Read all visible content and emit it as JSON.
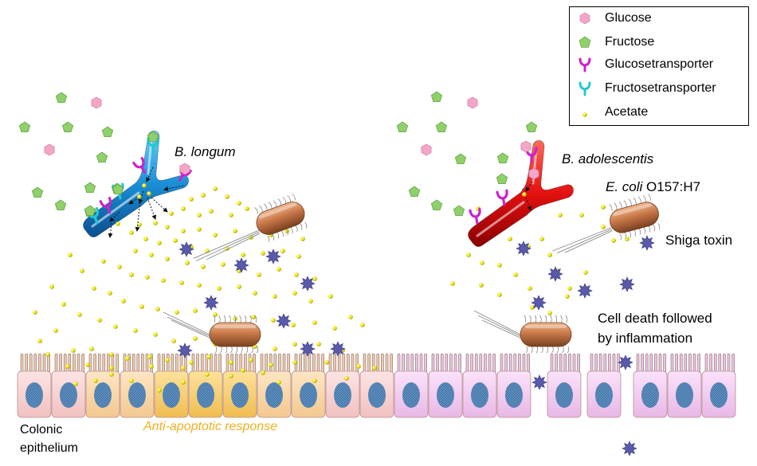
{
  "legend": {
    "items": [
      {
        "symbol": "hexagon",
        "label": "Glucose",
        "color": "#f4a6c8"
      },
      {
        "symbol": "pentagon",
        "label": "Fructose",
        "color": "#8fd06a"
      },
      {
        "symbol": "y-receptor",
        "label": "Glucosetransporter",
        "color": "#cc22cc"
      },
      {
        "symbol": "y-receptor",
        "label": "Fructosetransporter",
        "color": "#22c8d0"
      },
      {
        "symbol": "dot",
        "label": "Acetate",
        "color": "#e6e020"
      }
    ]
  },
  "labels": {
    "b_longum": "B. longum",
    "b_adolescentis": "B. adolescentis",
    "ecoli_species": "E. coli",
    "ecoli_strain": " O157:H7",
    "shiga_toxin": "Shiga toxin",
    "cell_death_line1": "Cell death followed",
    "cell_death_line2": "by inflammation",
    "colonic_line1": "Colonic",
    "colonic_line2": "epithelium",
    "anti_apoptotic": "Anti-apoptotic response"
  },
  "colors": {
    "b_longum_body": "#1e8fd0",
    "b_adolescentis_body": "#e01010",
    "ecoli_body": "#c07040",
    "shiga_toxin": "#5a5aaa",
    "cell_pink": "#f6cfd0",
    "cell_peach": "#f8d8a8",
    "cell_gold": "#f6cf70",
    "cell_lilac": "#f0c8ee",
    "nucleus": "#5a8cbc",
    "anti_apoptotic_text": "#f0b020"
  },
  "panels": {
    "left": {
      "bacterium": "B. longum",
      "cell_colors": [
        "pink",
        "pink",
        "peach",
        "peach",
        "gold",
        "gold",
        "gold",
        "peach",
        "peach",
        "pink",
        "pink"
      ],
      "missing_cells": []
    },
    "right": {
      "bacterium": "B. adolescentis",
      "cell_colors": [
        "lilac",
        "lilac",
        "lilac",
        "lilac",
        "lilac",
        "lilac",
        "lilac",
        "lilac",
        "lilac",
        "lilac"
      ],
      "missing_cells": [
        4,
        6
      ]
    }
  }
}
